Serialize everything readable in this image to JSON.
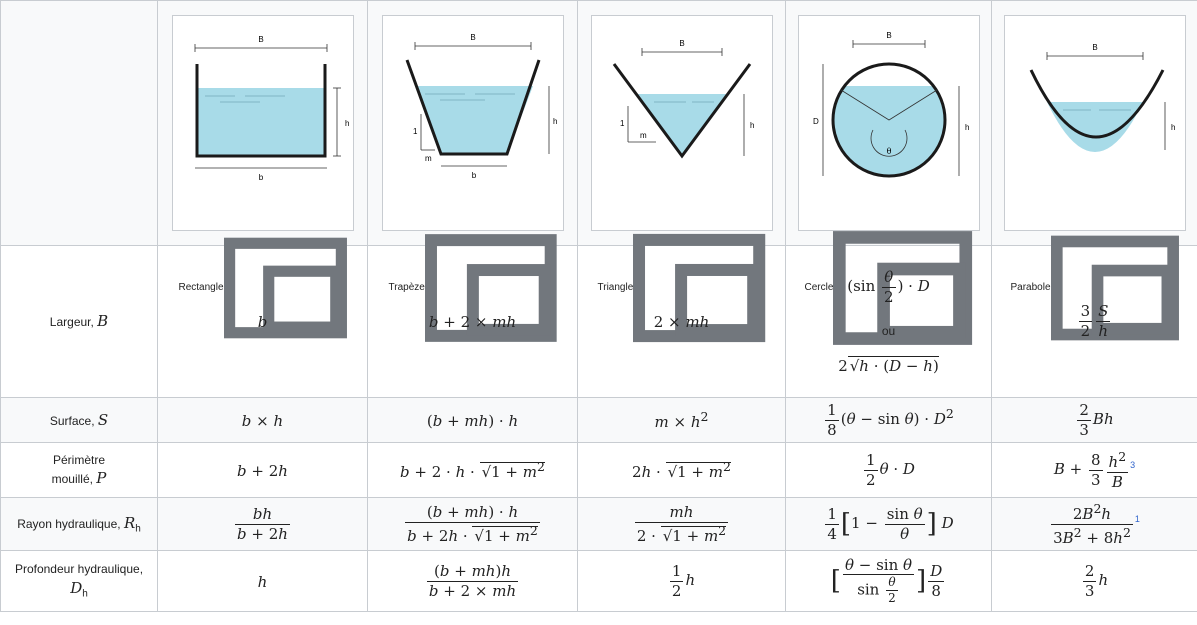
{
  "figures": [
    {
      "caption": "Rectangle",
      "labels": {
        "top": "B",
        "bottom": "b",
        "height": "h"
      }
    },
    {
      "caption": "Trapèze",
      "labels": {
        "top": "B",
        "bottom": "b",
        "height": "h",
        "side": "1",
        "slope": "m"
      }
    },
    {
      "caption": "Triangle",
      "labels": {
        "top": "B",
        "height": "h",
        "side": "1",
        "slope": "m"
      }
    },
    {
      "caption": "Cercle",
      "labels": {
        "top": "B",
        "diameter": "D",
        "height": "h",
        "angle": "θ"
      }
    },
    {
      "caption": "Parabole",
      "labels": {
        "top": "B",
        "height": "h"
      }
    }
  ],
  "rows": {
    "width": {
      "label": "Largeur, ",
      "symbol": "B",
      "or_text": "ou"
    },
    "surface": {
      "label": "Surface, ",
      "symbol": "S"
    },
    "perimeter": {
      "label_line1": "Périmètre",
      "label_line2": "mouillé, ",
      "symbol": "P",
      "note": "3"
    },
    "radius": {
      "label": "Rayon hydraulique, ",
      "symbol": "R",
      "subscript": "h",
      "note": "1"
    },
    "depth": {
      "label": "Profondeur hydraulique,",
      "symbol": "D",
      "subscript": "h"
    }
  },
  "colors": {
    "water": "#a8dbe8",
    "wall": "#1a1a1a",
    "border": "#c8ccd1",
    "header_bg": "#f8f9fa"
  },
  "icons": [
    "magnify-icon"
  ]
}
